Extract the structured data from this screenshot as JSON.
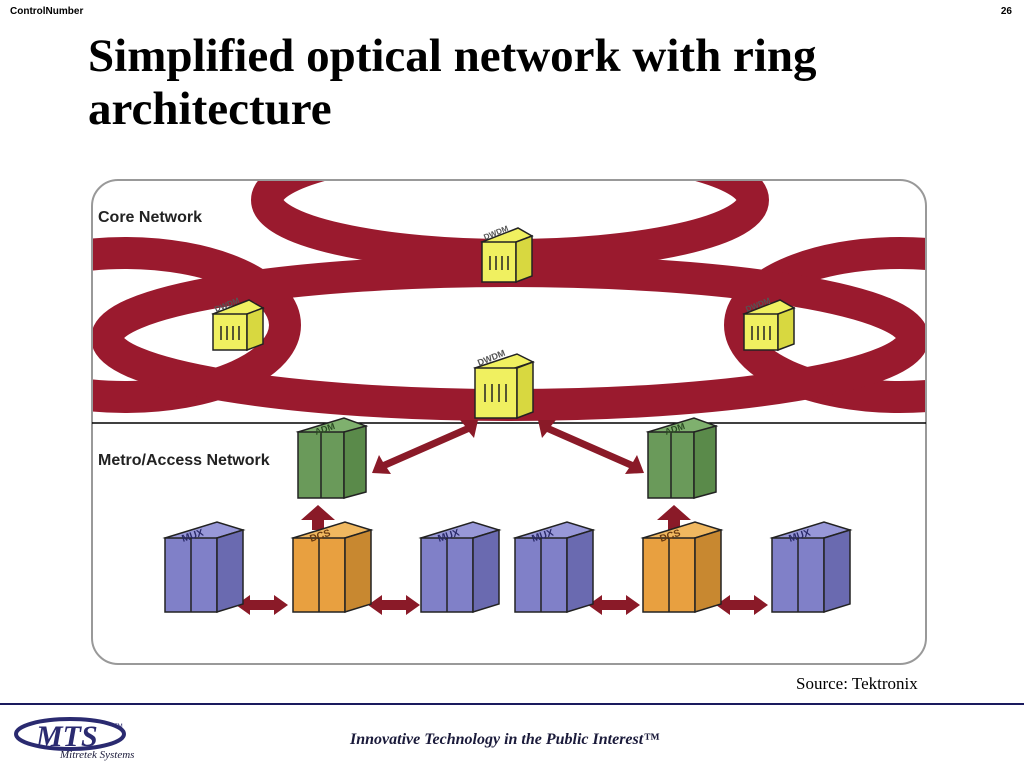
{
  "header": {
    "control_label": "ControlNumber",
    "page_number": "26"
  },
  "title": "Simplified optical network with ring architecture",
  "diagram": {
    "core_label": "Core Network",
    "metro_label": "Metro/Access Network",
    "dwdm_label": "DWDM",
    "adm_label": "ADM",
    "dcs_label": "DCS",
    "mux_label": "MUX",
    "colors": {
      "ring": "#9a1a2e",
      "dwdm": "#f0f060",
      "adm": "#6a9a5a",
      "dcs": "#e8a040",
      "mux": "#8080c8",
      "arrow": "#8a1a28"
    }
  },
  "source": "Source: Tektronix",
  "footer": {
    "logo_text": "MTS",
    "logo_trademark": "TM",
    "logo_subtext": "Mitretek Systems",
    "tagline": "Innovative Technology in the Public Interest™"
  }
}
